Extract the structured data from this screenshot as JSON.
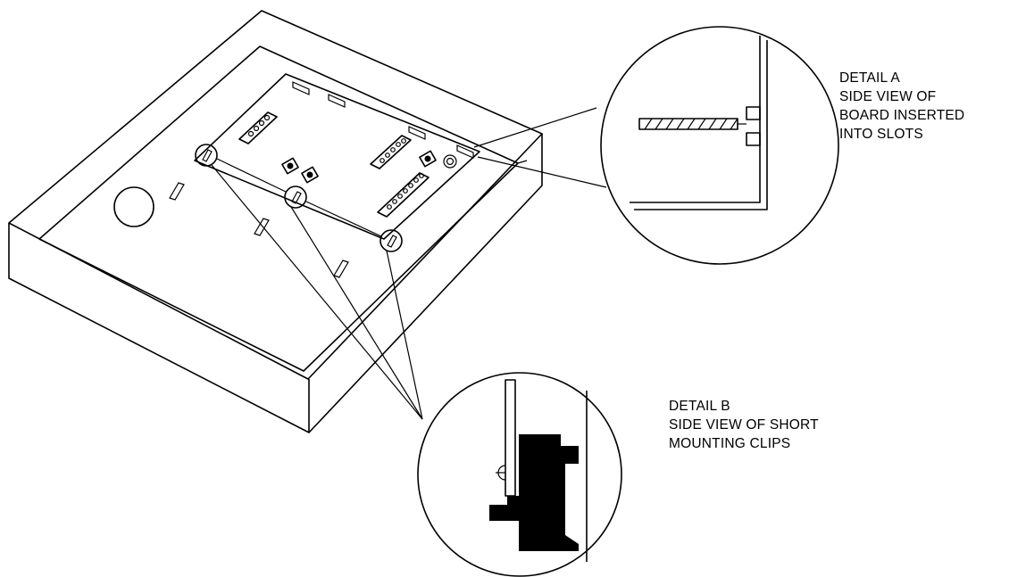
{
  "detail_a": {
    "title": "DETAIL A",
    "lines": [
      "SIDE VIEW OF",
      "BOARD INSERTED",
      "INTO SLOTS"
    ]
  },
  "detail_b": {
    "title": "DETAIL B",
    "lines": [
      "SIDE VIEW OF SHORT",
      "MOUNTING CLIPS"
    ]
  }
}
